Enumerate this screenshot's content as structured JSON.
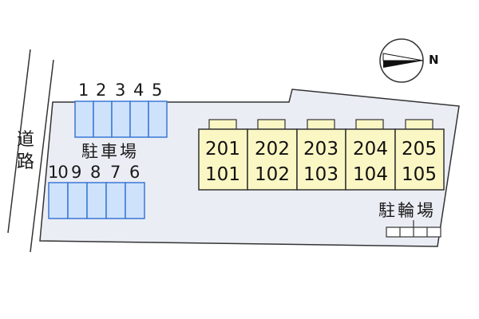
{
  "road_label": "道路",
  "parking": {
    "label": "駐車場",
    "top_row_numbers": [
      "1",
      "2",
      "3",
      "4",
      "5"
    ],
    "bottom_row_numbers": [
      "10",
      "9",
      "8",
      "7",
      "6"
    ],
    "space_color": "#cfe2fb",
    "space_border": "#3a78d4"
  },
  "building": {
    "upper_units": [
      "201",
      "202",
      "203",
      "204",
      "205"
    ],
    "lower_units": [
      "101",
      "102",
      "103",
      "104",
      "105"
    ],
    "fill_color": "#fbf7c4"
  },
  "bicycle_parking": {
    "label": "駐輪場"
  },
  "compass": {
    "label": "N",
    "icon": "north-arrow-icon"
  },
  "colors": {
    "lot_fill": "#ebedf5",
    "lot_border": "#333333"
  }
}
